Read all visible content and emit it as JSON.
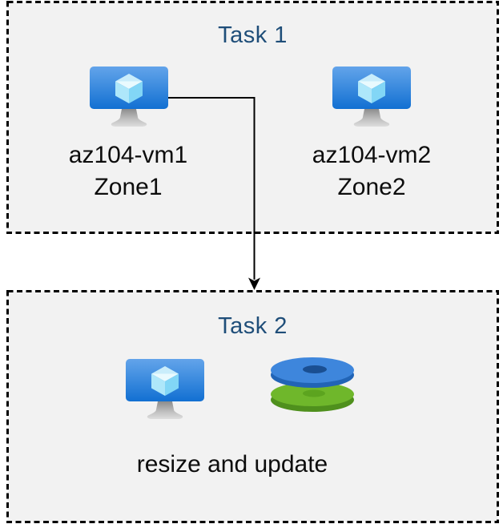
{
  "task1": {
    "title": "Task 1",
    "vms": [
      {
        "name": "az104-vm1",
        "zone": "Zone1",
        "icon": "virtual-machine-icon"
      },
      {
        "name": "az104-vm2",
        "zone": "Zone2",
        "icon": "virtual-machine-icon"
      }
    ]
  },
  "task2": {
    "title": "Task 2",
    "caption": "resize and update",
    "icons": [
      "virtual-machine-icon",
      "disks-icon"
    ]
  },
  "connector": {
    "from": "az104-vm1",
    "to": "Task 2",
    "style": "elbow-arrow",
    "color": "#000000"
  },
  "colors": {
    "box_fill": "#f2f2f2",
    "box_border": "#000000",
    "title_text": "#1f4e79",
    "label_text": "#0d0d0d",
    "vm_screen_top": "#5fa2e9",
    "vm_screen_bottom": "#1270d2",
    "cube_top": "#e8f9fe",
    "cube_left": "#aee7fa",
    "cube_right": "#82d6f6",
    "disk_blue_top": "#3e86dc",
    "disk_blue_side": "#2164b6",
    "disk_blue_hole": "#1a4f92",
    "disk_green_top": "#6fb72b",
    "disk_green_side": "#4f901d",
    "disk_green_hole": "#5ca41f"
  }
}
